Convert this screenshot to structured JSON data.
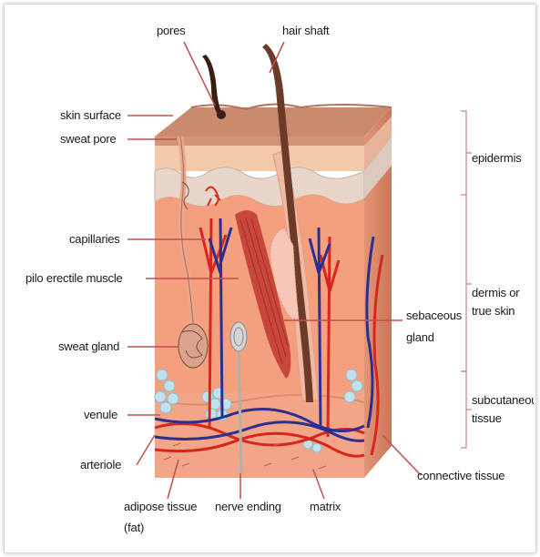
{
  "labels": {
    "pores": "pores",
    "hair_shaft": "hair shaft",
    "skin_surface": "skin surface",
    "sweat_pore": "sweat pore",
    "capillaries": "capillaries",
    "pilo_erectile_muscle": "pilo erectile muscle",
    "sweat_gland": "sweat gland",
    "venule": "venule",
    "arteriole": "arteriole",
    "adipose_tissue": "adipose tissue",
    "adipose_fat": "(fat)",
    "nerve_ending": "nerve ending",
    "matrix": "matrix",
    "connective_tissue": "connective tissue",
    "sebaceous_line1": "sebaceous",
    "sebaceous_line2": "gland",
    "epidermis": "epidermis",
    "dermis_line1": "dermis or",
    "dermis_line2": "true skin",
    "subcutaneous_line1": "subcutaneous",
    "subcutaneous_line2": "tissue"
  },
  "colors": {
    "leader_line": "#c0504d",
    "bracket": "#d08080",
    "skin_surface": "#c98a6e",
    "epidermis": "#efc3a4",
    "dermis": "#f4a07f",
    "subcutaneous": "#f0a184",
    "artery": "#d8261e",
    "vein": "#2b2f8f",
    "fat": "#bfe2ec",
    "hair": "#5a3323"
  }
}
